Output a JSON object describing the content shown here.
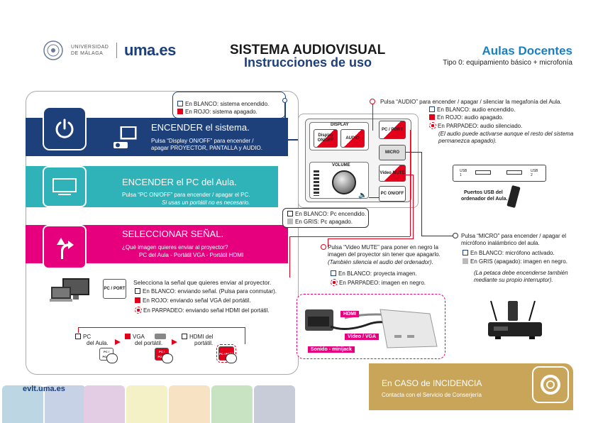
{
  "header": {
    "university_line1": "UNIVERSIDAD",
    "university_line2": "DE MÁLAGA",
    "uma_logo": "uma.es",
    "title": "SISTEMA AUDIOVISUAL",
    "subtitle": "Instrucciones de uso",
    "right_title": "Aulas Docentes",
    "right_subtitle": "Tipo 0: equipamiento básico + microfonía"
  },
  "step1": {
    "title": "ENCENDER el sistema.",
    "desc1": "Pulsa “Display ON/OFF” para encender /",
    "desc2": "apagar PROYECTOR, PANTALLA y AUDIO.",
    "icon": "power-icon",
    "color": "#1d3f7a"
  },
  "step2": {
    "title": "ENCENDER el PC del Aula.",
    "desc1": "Pulsa “PC ON/OFF” para encender / apagar el PC.",
    "desc2": "Si usas un portátil no es necesario.",
    "icon": "monitor-icon",
    "color": "#2fb3b8"
  },
  "step3": {
    "title": "SELECCIONAR SEÑAL.",
    "desc1": "¿Qué imagen quieres enviar al proyector?",
    "desc2": "PC del Aula - Portátil VGA - Portátil HDMI",
    "icon": "fork-arrow-icon",
    "color": "#e6007e"
  },
  "display_note": {
    "line1": "En BLANCO: sistema encendido.",
    "line2": "En ROJO: sistema apagado."
  },
  "audio_note": {
    "head": "Pulsa “AUDIO” para encender / apagar / silenciar la megafonía del Aula.",
    "line1": "En BLANCO: audio encendido.",
    "line2": "En ROJO: audio apagado.",
    "line3": "En PARPADEO: audio silenciado.",
    "note1": "(El audio puede activarse aunque el resto del sistema",
    "note2": "permanezca apagado)."
  },
  "panel": {
    "display_label": "DISPLAY",
    "display_btn": "Display ON/OFF",
    "audio_btn": "AUDIO",
    "pcport_btn": "PC / PORT",
    "micro_btn": "MICRO",
    "video_btn": "Video MUTE",
    "pconoff_btn": "PC ON/OFF",
    "volume_label": "VOLUME"
  },
  "usb": {
    "port1": "USB 1",
    "port2": "USB 2",
    "caption1": "Puertos USB del",
    "caption2": "ordenador del Aula."
  },
  "pc_note": {
    "line1": "En BLANCO: Pc encendido.",
    "line2": "En GRIS: Pc apagado."
  },
  "micro_note": {
    "head1": "Pulsa “MICRO” para encender / apagar el",
    "head2": "micrófono inalámbrico del aula.",
    "line1": "En BLANCO: micrófono activado.",
    "line2": "En GRIS (apagado): imagen en negro.",
    "note1": "(La petaca debe encenderse también",
    "note2": "mediante su propio interruptor)."
  },
  "video_note": {
    "head1": "Pulsa “Video MUTE” para poner en negro la",
    "head2": "imagen del proyector sin tener que apagarlo.",
    "note": "(También silencia el audio del ordenador).",
    "line1": "En BLANCO: proyecta imagen.",
    "line2": "En PARPADEO: imagen en negro."
  },
  "signal": {
    "pcport_label": "PC / PORT",
    "head": "Selecciona la señal que quieres enviar al proyector.",
    "line1": "En BLANCO: enviando señal. (Pulsa para conmutar).",
    "line2": "En ROJO: enviando señal VGA del portátil.",
    "line3": "En PARPADEO: enviando señal HDMI del portátil.",
    "opt1a": "PC",
    "opt1b": "del Aula.",
    "opt2a": "VGA",
    "opt2b": "del portátil.",
    "opt3a": "HDMI del",
    "opt3b": "portátil.",
    "mini_btn": "PC / PORT"
  },
  "cables": {
    "hdmi": "HDMI",
    "video": "Vídeo / VGA",
    "sound": "Sonido - minijack"
  },
  "footer": {
    "url": "evlt.uma.es",
    "incident_title": "En CASO de INCIDENCIA",
    "incident_desc": "Contacta con el Servicio de Conserjería",
    "incident_icon": "lifebuoy-icon"
  }
}
